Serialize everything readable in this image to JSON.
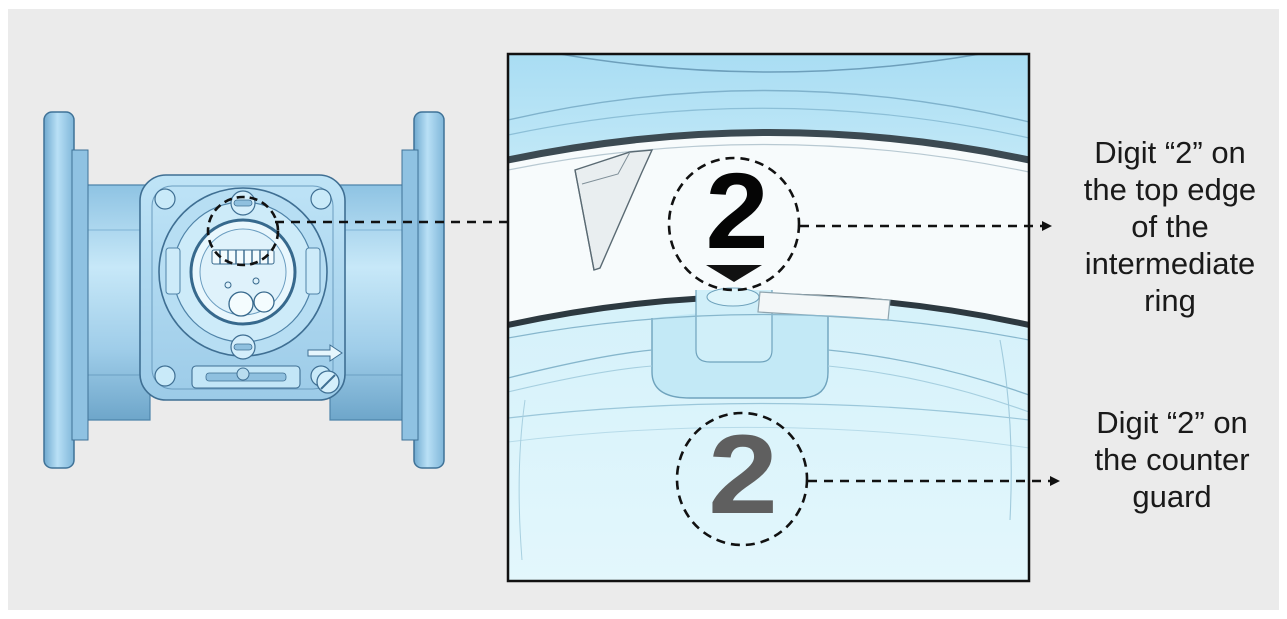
{
  "labels": {
    "ring": [
      "Digit “2” on",
      "the top edge",
      "of the",
      "intermediate",
      "ring"
    ],
    "guard": [
      "Digit “2” on",
      "the counter",
      "guard"
    ]
  },
  "digits": {
    "ring": "2",
    "guard": "2"
  },
  "colors": {
    "background": "#ebebeb",
    "meter_body": "#a9d6f2",
    "meter_shadow": "#6aa6cc",
    "detail_panel": "#c6ebf8",
    "ring_band": "#f6fbfc",
    "digit_ring": "#050505",
    "digit_guard": "#5f5f5f",
    "callout": "#111111"
  }
}
